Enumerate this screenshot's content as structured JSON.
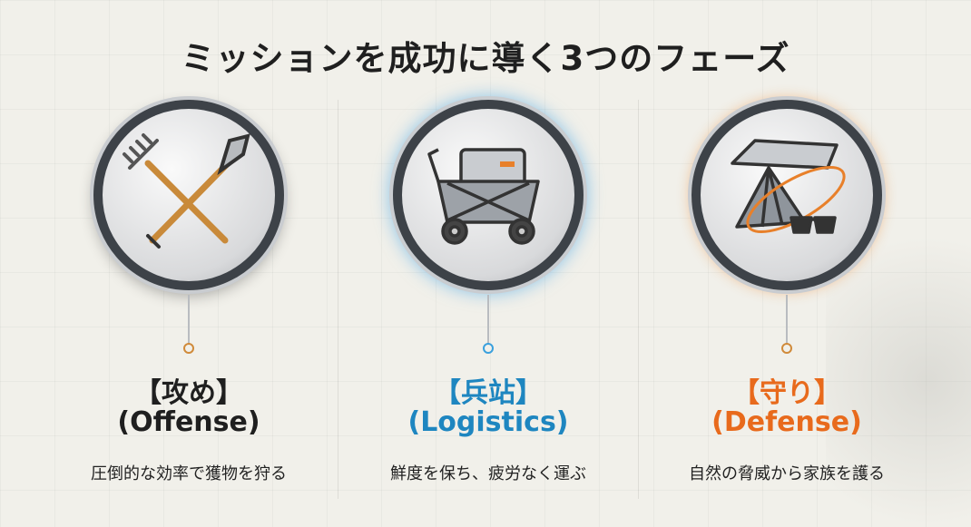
{
  "title": "ミッションを成功に導く3つのフェーズ",
  "colors": {
    "offense": "#1f1f1f",
    "logistics": "#1e86c0",
    "defense": "#e86a1c"
  },
  "phases": [
    {
      "label": "【攻め】",
      "english": "(Offense)",
      "description": "圧倒的な効率で獲物を狩る",
      "icon": "rake-shovel-icon"
    },
    {
      "label": "【兵站】",
      "english": "(Logistics)",
      "description": "鮮度を保ち、疲労なく運ぶ",
      "icon": "wagon-cooler-icon"
    },
    {
      "label": "【守り】",
      "english": "(Defense)",
      "description": "自然の脅威から家族を護る",
      "icon": "tent-sunglasses-icon"
    }
  ]
}
